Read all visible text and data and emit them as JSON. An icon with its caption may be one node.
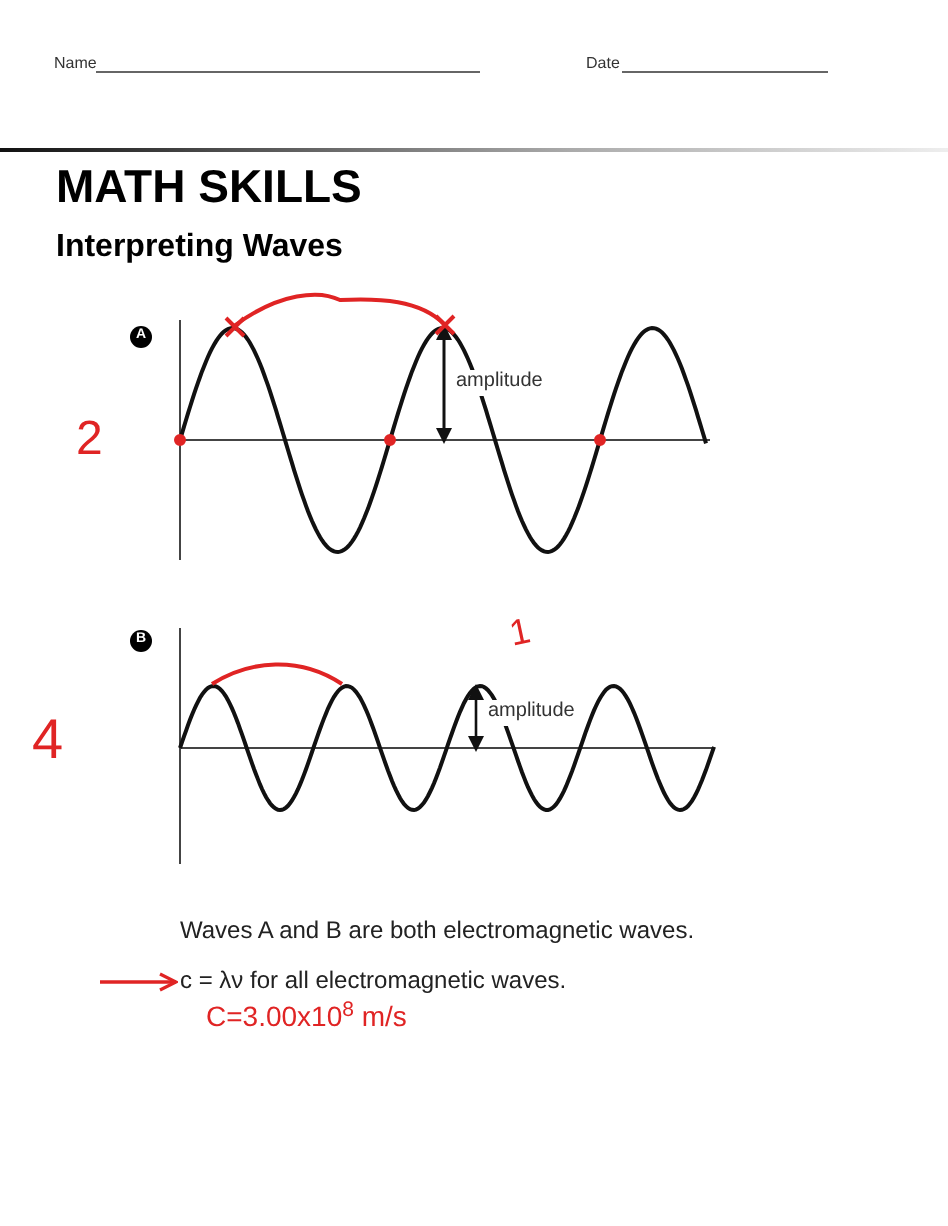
{
  "diagram": {
    "title": "MATH SKILLS",
    "nodes": [
      {
        "text": [
          "Waves A and B are both electromagnetic waves."
        ]
      },
      {
        "text": [
          "c = λν for all electromagnetic waves."
        ]
      }
    ],
    "edges": [
      {
        "from": null,
        "to": 1,
        "arrow": "to",
        "color": "#e02424"
      }
    ],
    "labels": [
      "Name",
      "Date",
      "Interpreting Waves",
      "A",
      "2",
      "amplitude",
      "1",
      "B",
      "4",
      "amplitude",
      "C=3.00x10$^{8}$ m/s"
    ]
  }
}
